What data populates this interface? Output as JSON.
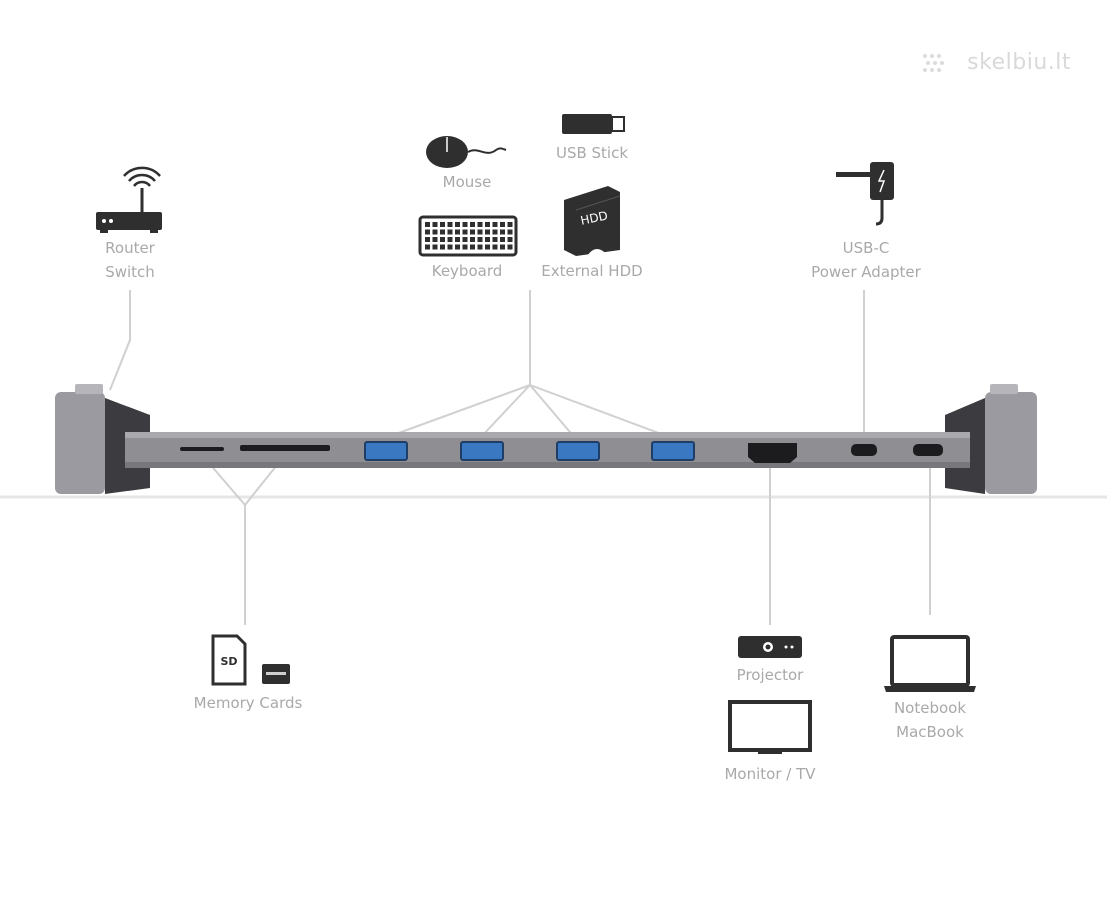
{
  "watermark": "skelbiu.lt",
  "devices": {
    "router": {
      "line1": "Router",
      "line2": "Switch",
      "icon": "router-icon"
    },
    "mouse": {
      "label": "Mouse",
      "icon": "mouse-icon"
    },
    "usb_stick": {
      "label": "USB Stick",
      "icon": "usb-stick-icon"
    },
    "keyboard": {
      "label": "Keyboard",
      "icon": "keyboard-icon"
    },
    "external_hdd": {
      "label": "External HDD",
      "icon": "hdd-icon",
      "icon_text": "HDD"
    },
    "power_adapter": {
      "line1": "USB-C",
      "line2": "Power Adapter",
      "icon": "power-adapter-icon"
    },
    "memory_cards": {
      "label": "Memory Cards",
      "icon": "sd-card-icon",
      "icon_text": "SD"
    },
    "projector": {
      "label": "Projector",
      "icon": "projector-icon"
    },
    "monitor": {
      "label": "Monitor / TV",
      "icon": "monitor-icon"
    },
    "notebook": {
      "line1": "Notebook",
      "line2": "MacBook",
      "icon": "laptop-icon"
    }
  },
  "colors": {
    "label": "#a9a9a9",
    "line": "#d0d0d0",
    "icon": "#2f2f2f",
    "dock": "#8e8e93",
    "usb_port": "#3a78c2"
  }
}
